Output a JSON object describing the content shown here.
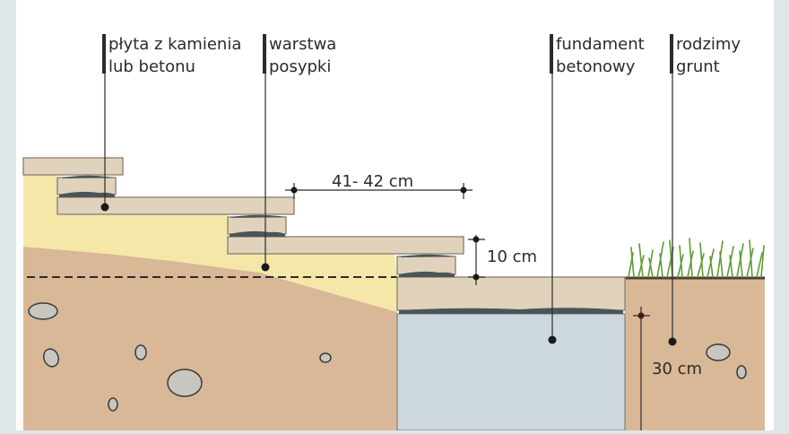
{
  "labels": {
    "slab": [
      "płyta z kamienia",
      "lub betonu"
    ],
    "bedding": [
      "warstwa",
      "posypki"
    ],
    "foundation": [
      "fundament",
      "betonowy"
    ],
    "soil": [
      "rodzimy",
      "grunt"
    ]
  },
  "dimensions": {
    "step_depth": "41- 42  cm",
    "step_height": "10 cm",
    "foundation_depth": "30 cm"
  },
  "colors": {
    "panel_border": "#dfe6ea",
    "background": "#ffffff",
    "soil": "#d8b896",
    "bedding": "#f4e7a8",
    "slab": "#e1d2bc",
    "slab_stroke": "#8d8478",
    "foundation": "#cdd8de",
    "grass": "#5e9b34",
    "line": "#2b2b2b"
  }
}
